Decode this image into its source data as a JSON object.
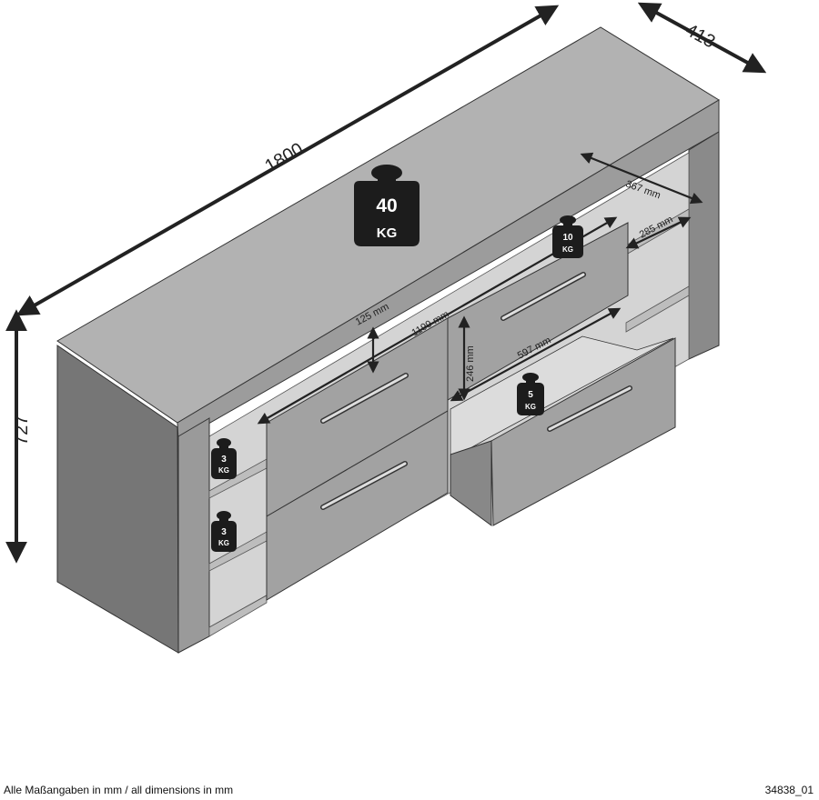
{
  "dimensions": {
    "width": "1800",
    "depth": "413",
    "height": "727",
    "inner_width": "1199 mm",
    "shelf_depth": "367 mm",
    "shelf_width": "285 mm",
    "top_gap": "125 mm",
    "drawer_height": "246 mm",
    "drawer_width": "597 mm"
  },
  "loads": {
    "top": {
      "value": "40",
      "unit": "KG"
    },
    "drawer_upper": {
      "value": "10",
      "unit": "KG"
    },
    "drawer_open": {
      "value": "5",
      "unit": "KG"
    },
    "shelf_upper": {
      "value": "3",
      "unit": "KG"
    },
    "shelf_lower": {
      "value": "3",
      "unit": "KG"
    }
  },
  "footer": {
    "note": "Alle Maßangaben in mm / all dimensions in mm",
    "code": "34838_01"
  },
  "colors": {
    "body": "#8c8c8c",
    "top": "#a7a7a7",
    "front": "#9a9a9a",
    "side": "#6f6f6f",
    "shadow": "#5a5a5a",
    "weight": "#1c1c1c"
  }
}
